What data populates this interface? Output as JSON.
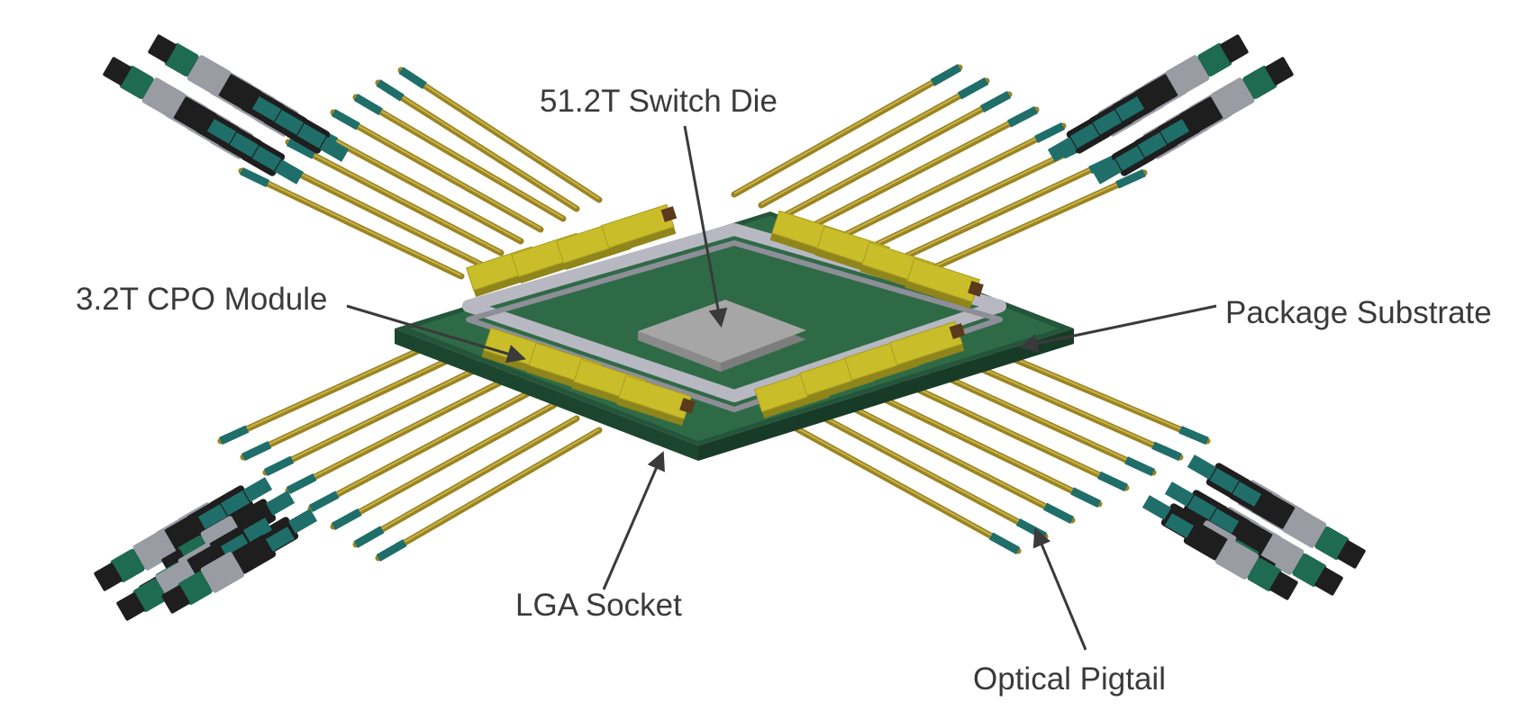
{
  "diagram": {
    "labels": {
      "switch_die": "51.2T Switch Die",
      "cpo_module": "3.2T CPO Module",
      "package_substrate": "Package Substrate",
      "lga_socket": "LGA Socket",
      "optical_pigtail": "Optical Pigtail"
    }
  },
  "colors": {
    "substrate": "#2f6a46",
    "module": "#c9bd2a",
    "fiber": "#9a8422",
    "connector_body": "#1e1e1e",
    "connector_sleeve": "#9a9ca4",
    "connector_boot": "#1e6b52",
    "fiber_jacket": "#1f6e6a",
    "die": "#9e9e9e",
    "socket": "#b8b8c2",
    "label_text": "#3a3a3a"
  }
}
